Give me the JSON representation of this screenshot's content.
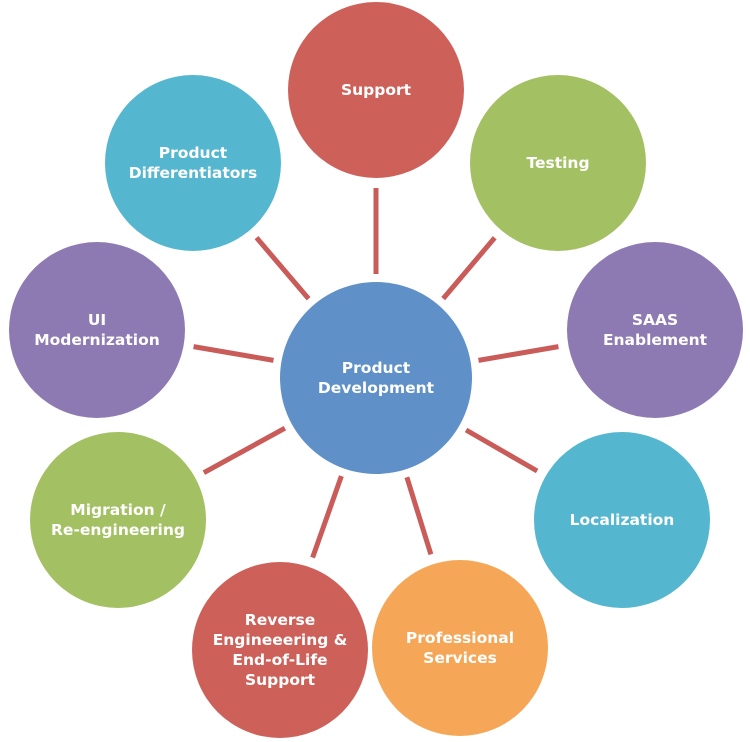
{
  "center": {
    "label_lines": [
      "Product",
      "Development"
    ],
    "color": "#5F91C8"
  },
  "connector_color": "#C95B58",
  "nodes": [
    {
      "id": "support",
      "label_lines": [
        "Support"
      ],
      "color": "#CD615A"
    },
    {
      "id": "testing",
      "label_lines": [
        "Testing"
      ],
      "color": "#A3C063"
    },
    {
      "id": "saas-enablement",
      "label_lines": [
        "SAAS",
        "Enablement"
      ],
      "color": "#8E7AB2"
    },
    {
      "id": "localization",
      "label_lines": [
        "Localization"
      ],
      "color": "#55B6CF"
    },
    {
      "id": "professional-services",
      "label_lines": [
        "Professional",
        "Services"
      ],
      "color": "#F5A656"
    },
    {
      "id": "reverse-engineering",
      "label_lines": [
        "Reverse",
        "Engineeering &",
        "End-of-Life",
        "Support"
      ],
      "color": "#CD615A"
    },
    {
      "id": "migration",
      "label_lines": [
        "Migration /",
        "Re-engineering"
      ],
      "color": "#A3C063"
    },
    {
      "id": "ui-modernization",
      "label_lines": [
        "UI",
        "Modernization"
      ],
      "color": "#8E7AB2"
    },
    {
      "id": "product-differentiators",
      "label_lines": [
        "Product",
        "Differentiators"
      ],
      "color": "#55B6CF"
    }
  ]
}
